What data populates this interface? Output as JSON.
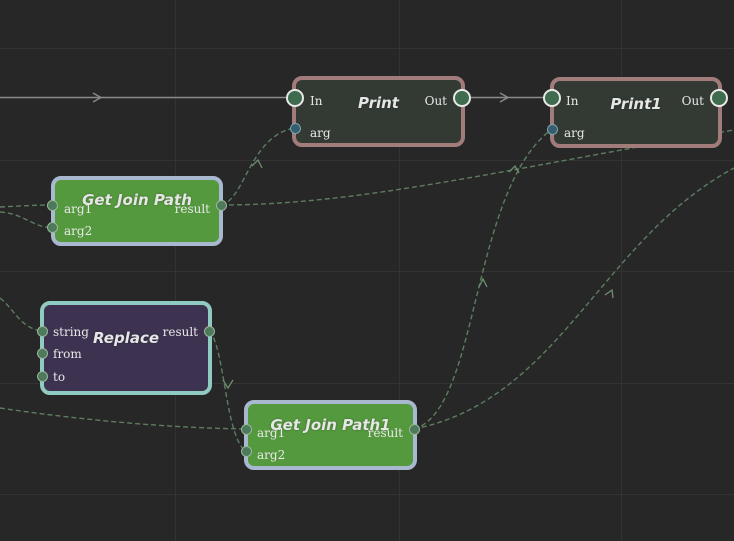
{
  "graph": {
    "nodes": {
      "print": {
        "title": "Print",
        "in_label": "In",
        "out_label": "Out",
        "arg_label": "arg"
      },
      "print1": {
        "title": "Print1",
        "in_label": "In",
        "out_label": "Out",
        "arg_label": "arg"
      },
      "get_join_path": {
        "title": "Get Join Path",
        "arg1_label": "arg1",
        "arg2_label": "arg2",
        "result_label": "result"
      },
      "replace": {
        "title": "Replace",
        "string_label": "string",
        "from_label": "from",
        "to_label": "to",
        "result_label": "result"
      },
      "get_join_path1": {
        "title": "Get Join Path1",
        "arg1_label": "arg1",
        "arg2_label": "arg2",
        "result_label": "result"
      }
    }
  },
  "colors": {
    "background": "#272727",
    "grid": "#333333",
    "exec_wire": "#8a8a8a",
    "data_wire": "#5d7d5f",
    "print_border": "#a27b7b",
    "get_join_fill": "#55993f",
    "replace_fill": "#3d3350"
  }
}
